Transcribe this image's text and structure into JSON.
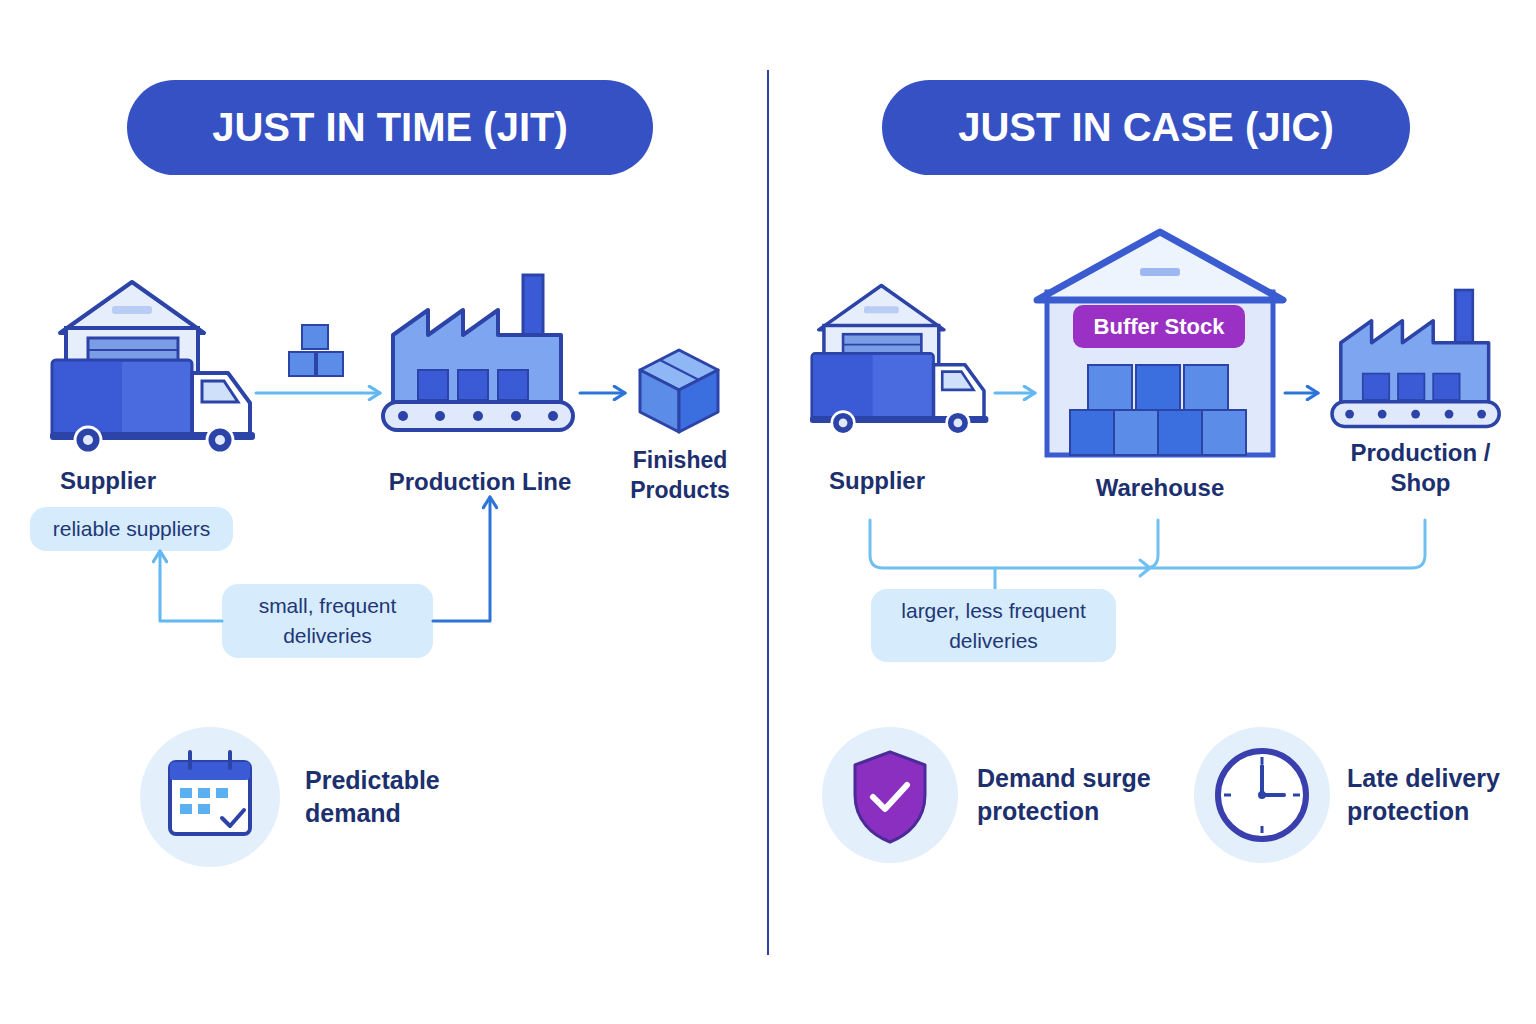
{
  "diagram": {
    "nodes": [
      {
        "text": [
          "JUST IN TIME (JIT)"
        ]
      },
      {
        "text": [
          "Supplier"
        ]
      },
      {
        "text": [
          "Production Line"
        ]
      },
      {
        "text": [
          "Finished Products"
        ]
      },
      {
        "text": [
          "reliable suppliers"
        ]
      },
      {
        "text": [
          "small, frequent deliveries"
        ]
      },
      {
        "text": [
          "Predictable demand"
        ]
      },
      {
        "text": [
          "JUST IN CASE (JIC)"
        ]
      },
      {
        "text": [
          "Supplier"
        ]
      },
      {
        "text": [
          "Warehouse"
        ]
      },
      {
        "text": [
          "Buffer Stock"
        ],
        "in": 9
      },
      {
        "text": [
          "Production / Shop"
        ]
      },
      {
        "text": [
          "larger, less frequent deliveries"
        ]
      },
      {
        "text": [
          "Demand surge protection"
        ]
      },
      {
        "text": [
          "Late delivery protection"
        ]
      }
    ],
    "edges": [
      {
        "from": 1,
        "to": 2,
        "arrow": "to"
      },
      {
        "from": 2,
        "to": 3,
        "arrow": "to"
      },
      {
        "from": 5,
        "to": 4,
        "arrow": "to"
      },
      {
        "from": 5,
        "to": 2,
        "arrow": "to"
      },
      {
        "from": 8,
        "to": 9,
        "arrow": "to"
      },
      {
        "from": 9,
        "to": 11,
        "arrow": "to"
      }
    ]
  }
}
